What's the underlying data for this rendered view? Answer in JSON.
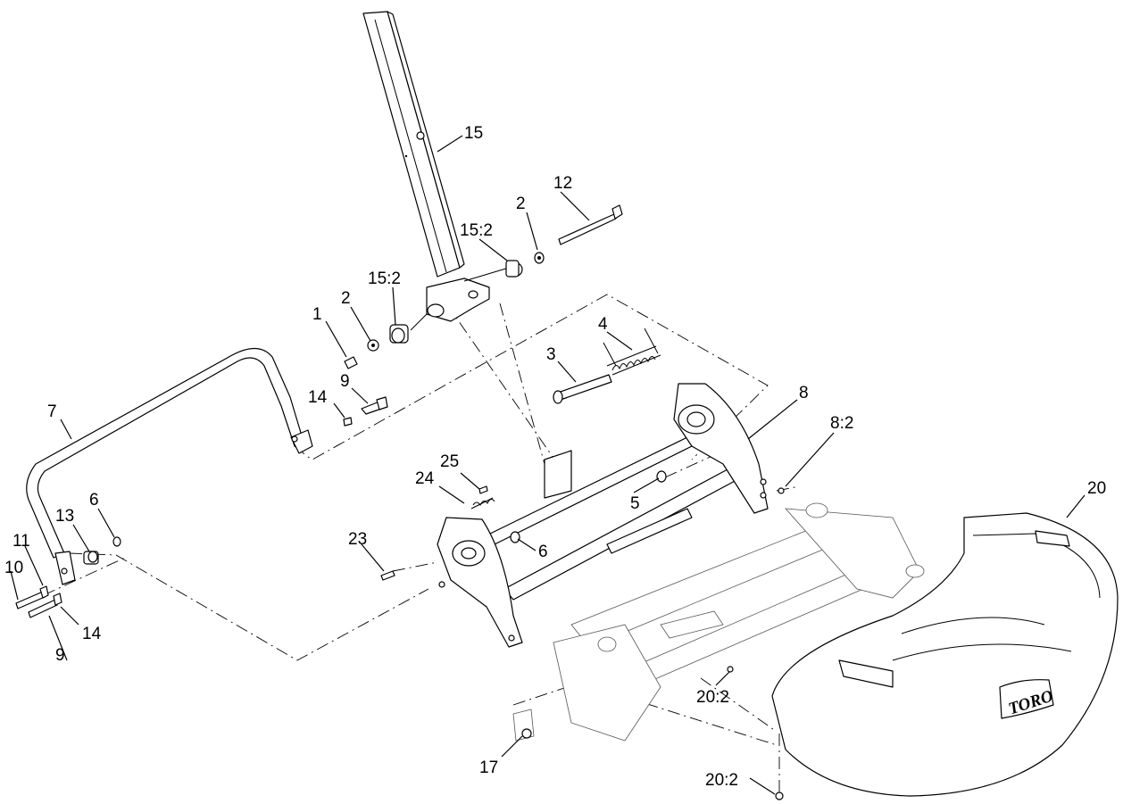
{
  "diagram": {
    "callouts": [
      {
        "id": "c1",
        "text": "1"
      },
      {
        "id": "c2a",
        "text": "2"
      },
      {
        "id": "c15a",
        "text": "15:2"
      },
      {
        "id": "c15",
        "text": "15"
      },
      {
        "id": "c12",
        "text": "12"
      },
      {
        "id": "c2b",
        "text": "2"
      },
      {
        "id": "c15b",
        "text": "15:2"
      },
      {
        "id": "c4",
        "text": "4"
      },
      {
        "id": "c3",
        "text": "3"
      },
      {
        "id": "c9a",
        "text": "9"
      },
      {
        "id": "c14a",
        "text": "14"
      },
      {
        "id": "c7",
        "text": "7"
      },
      {
        "id": "c8",
        "text": "8"
      },
      {
        "id": "c8b",
        "text": "8:2"
      },
      {
        "id": "c20",
        "text": "20"
      },
      {
        "id": "c25",
        "text": "25"
      },
      {
        "id": "c24",
        "text": "24"
      },
      {
        "id": "c5",
        "text": "5"
      },
      {
        "id": "c6a",
        "text": "6"
      },
      {
        "id": "c13",
        "text": "13"
      },
      {
        "id": "c11",
        "text": "11"
      },
      {
        "id": "c10",
        "text": "10"
      },
      {
        "id": "c14b",
        "text": "14"
      },
      {
        "id": "c9b",
        "text": "9"
      },
      {
        "id": "c23",
        "text": "23"
      },
      {
        "id": "c6b",
        "text": "6"
      },
      {
        "id": "c20b",
        "text": "20:2"
      },
      {
        "id": "c17",
        "text": "17"
      },
      {
        "id": "c20c",
        "text": "20:2"
      }
    ],
    "logo_text": "TORO"
  }
}
